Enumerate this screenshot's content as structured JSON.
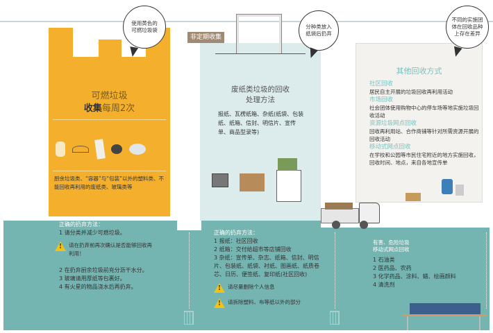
{
  "combustible": {
    "bubble": [
      "使用黄色的",
      "可燃垃圾袋"
    ],
    "title": "可燃垃圾",
    "collect_label": "收集",
    "frequency": "每周2次",
    "description": "厨余垃圾类、“容器”与“包装”以外的塑料类、不能回收再利用的废纸类、玻璃类等",
    "disposal_heading": "正确的扔弃方法：",
    "steps_before": [
      "1 请分类并减少可燃垃圾。"
    ],
    "warning": "请在扔弃前再次确认是否能够回收再利用！",
    "steps_after": [
      "2 在扔弃厨余垃圾前充分沥干水分。",
      "3 玻璃请用厚纸等包裹好。",
      "4 有火星的物品浇水后再扔弃。"
    ]
  },
  "paper": {
    "tag": "非定期收集",
    "bubble": [
      "分种类放入",
      "纸袋后扔弃"
    ],
    "title": [
      "废纸类垃圾的回收",
      "处理方法"
    ],
    "description": "报纸、瓦楞纸箱、杂纸(纸袋、包装纸、纸箱、信封、明信片、宣传单、商品型录等)",
    "disposal_heading": "正确的扔弃方法：",
    "steps": [
      "1 报纸：社区回收",
      "2 纸箱：交付给超市等店铺回收",
      "3 杂纸：宣传单、杂志、纸箱、信封、明信片、包装纸、纸袋、衬纸、图画纸、纸质卷芯、日历、便签纸、复印纸(社区回收)"
    ],
    "warnings": [
      "请尽量删除个人信息",
      "请拆除塑料、布等纸以外的部分"
    ]
  },
  "other": {
    "bubble": [
      "不同的实施团",
      "体在回收品种",
      "上存在差异"
    ],
    "title": "其他回收方式",
    "methods": [
      {
        "name": "社区回收",
        "desc": "居民自主开展的垃圾回收再利用活动"
      },
      {
        "name": "市场回收",
        "desc": "社会团体使用购物中心的停车场等地实施垃圾回收活动"
      },
      {
        "name": "资源垃圾网点回收",
        "desc": "回收再利用站、合作商铺等针对所需资源开展的回收活动"
      },
      {
        "name": "移动式网点回收",
        "desc": "在学校和公园等市民住宅附近的地方实施回收，回收时间、地点，来自各地宣传单"
      }
    ],
    "hazard_heading": [
      "有害、危险垃圾",
      "移动式网点回收"
    ],
    "hazard_items": [
      "1 石油类",
      "2 医药品、农药",
      "3 化学药品、涂料、蜡、绘画颜料",
      "4 清洗剂"
    ]
  },
  "colors": {
    "teal": "#74b4b1",
    "yellow": "#f4b02c",
    "tag": "#a08a74",
    "accent_text": "#7cc0bd"
  }
}
